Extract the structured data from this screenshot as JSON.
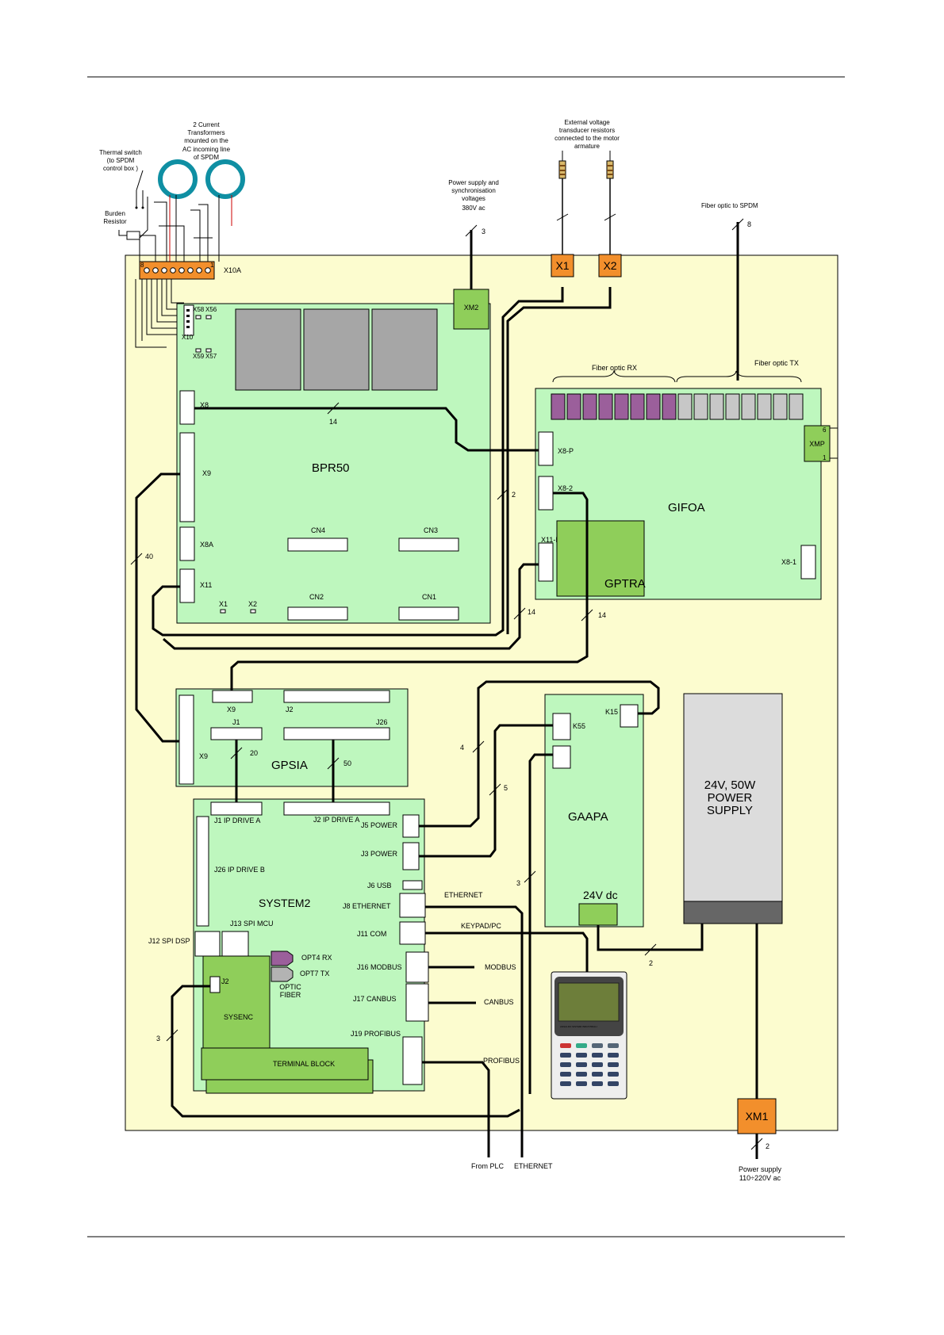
{
  "colors": {
    "cabinet": "#fcfccf",
    "board": "#bef7be",
    "board_dark": "#8fce5a",
    "orange": "#f28f2c",
    "grey_block": "#a6a6a6",
    "purple": "#9b5f9b",
    "psu_grey": "#dcdcdc"
  },
  "notes": {
    "thermal_switch": [
      "Thermal switch",
      "(to SPDM",
      "control box )"
    ],
    "current_transformers": [
      "2  Current",
      "Transformers",
      "mounted on the",
      "AC incoming line",
      "of SPDM"
    ],
    "burden_resistor": [
      "Burden",
      "Resistor"
    ],
    "power_supply_sync": [
      "Power supply and",
      "synchronisation",
      "voltages",
      "380V ac"
    ],
    "external_voltage": [
      "External voltage",
      "transducer resistors",
      "connected to the motor",
      "armature"
    ],
    "fiber_to_spdm": "Fiber optic to SPDM",
    "fiber_rx": "Fiber optic RX",
    "fiber_tx": "Fiber optic TX",
    "from_plc": "From PLC",
    "ethernet_bottom": "ETHERNET",
    "power_supply_bottom": [
      "Power supply",
      "110÷220V ac"
    ]
  },
  "terminals": {
    "x10a": "X10A",
    "x10a_left": "8",
    "x10a_right": "1",
    "xm2": "XM2",
    "x1": "X1",
    "x2": "X2",
    "xm1": "XM1"
  },
  "wire_counts": {
    "power_sync": "3",
    "fiber_spdm": "8",
    "x8": "14",
    "gifoa_link": "2",
    "x9_link": "40",
    "x11_link": "14",
    "x82_link": "14",
    "j1_link": "20",
    "j2_link": "50",
    "k15_link": "4",
    "k55_link": "5",
    "gaapa_link": "3",
    "psu_link": "2",
    "sysenc_link": "3",
    "xm1_link": "2"
  },
  "bpr50": {
    "title": "BPR50",
    "x58": "X58",
    "x56": "X56",
    "x10": "X10",
    "x59": "X59",
    "x57": "X57",
    "x8": "X8",
    "x9": "X9",
    "x8a": "X8A",
    "x11": "X11",
    "x1": "X1",
    "x2": "X2",
    "cn4": "CN4",
    "cn3": "CN3",
    "cn2": "CN2",
    "cn1": "CN1"
  },
  "gifoa": {
    "title": "GIFOA",
    "x8p": "X8-P",
    "x82": "X8-2",
    "x11p": "X11-P",
    "x81": "X8-1",
    "xmp": "XMP",
    "xmp_top": "6",
    "xmp_bottom": "1",
    "gptra": "GPTRA"
  },
  "gpsia": {
    "title": "GPSIA",
    "x9_top": "X9",
    "j2": "J2",
    "j1": "J1",
    "j26": "J26",
    "x9_left": "X9"
  },
  "system2": {
    "title": "SYSTEM2",
    "j1": "J1  IP DRIVE A",
    "j2": "J2  IP DRIVE A",
    "j5": "J5  POWER",
    "j3": "J3  POWER",
    "j26": "J26  IP DRIVE B",
    "j6": "J6  USB",
    "j8": "J8  ETHERNET",
    "j13": "J13  SPI MCU",
    "j12": "J12  SPI DSP",
    "j11": "J11  COM",
    "opt4": "OPT4  RX",
    "opt7": "OPT7  TX",
    "optic": [
      "OPTIC",
      "FIBER"
    ],
    "j16": "J16  MODBUS",
    "j17": "J17  CANBUS",
    "j19": "J19 PROFIBUS",
    "sysenc": "SYSENC",
    "sysenc_j2": "J2",
    "terminal_block": "TERMINAL BLOCK",
    "ethernet": "ETHERNET",
    "keypad": "KEYPAD/PC",
    "modbus": "MODBUS",
    "canbus": "CANBUS",
    "profibus": "PROFIBUS"
  },
  "gaapa": {
    "title": "GAAPA",
    "k15": "K15",
    "k55": "K55",
    "dc": "24V dc"
  },
  "psu": {
    "label": [
      "24V, 50W",
      "POWER",
      "SUPPLY"
    ]
  },
  "keypad": {
    "brand": "ANSALDO SISTEMI INDUSTRIALI"
  }
}
